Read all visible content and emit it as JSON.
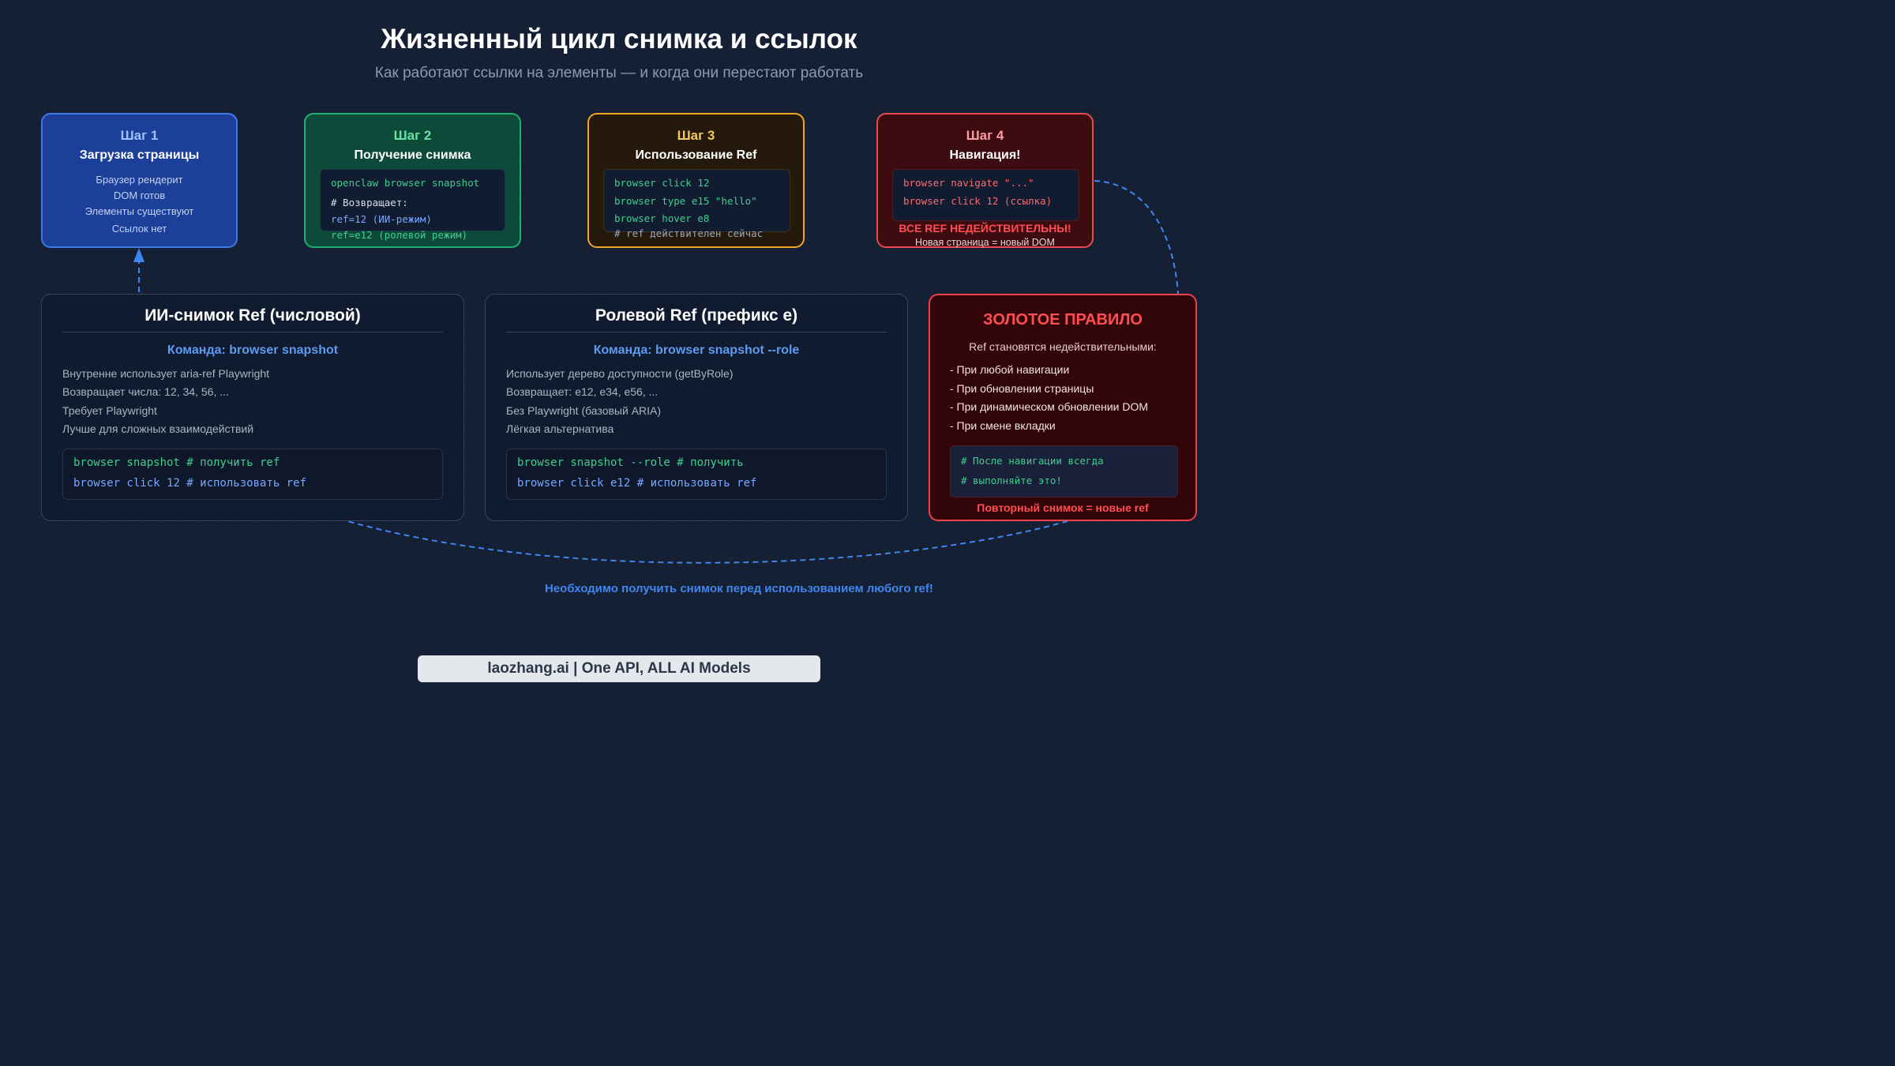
{
  "title": "Жизненный цикл снимка и ссылок",
  "subtitle": "Как работают ссылки на элементы — и когда они перестают работать",
  "steps": [
    {
      "label": "Шаг 1",
      "name": "Загрузка страницы",
      "lines": [
        "Браузер рендерит",
        "DOM готов",
        "Элементы существуют",
        "Ссылок нет"
      ]
    },
    {
      "label": "Шаг 2",
      "name": "Получение снимка",
      "code": [
        "openclaw browser snapshot",
        "# Возвращает:",
        "ref=12 (ИИ-режим)",
        "ref=e12 (ролевой режим)"
      ]
    },
    {
      "label": "Шаг 3",
      "name": "Использование Ref",
      "code": [
        "browser click 12",
        "browser type e15 \"hello\"",
        "browser hover e8",
        "# ref действителен сейчас"
      ]
    },
    {
      "label": "Шаг 4",
      "name": "Навигация!",
      "code": [
        "browser navigate \"...\"",
        "browser click 12 (ссылка)"
      ],
      "warning": "ВСЕ REF НЕДЕЙСТВИТЕЛЬНЫ!",
      "warning_sub": "Новая страница = новый DOM"
    }
  ],
  "panels": [
    {
      "title": "ИИ-снимок Ref (числовой)",
      "command": "Команда: browser snapshot",
      "bullets": [
        "Внутренне использует aria-ref Playwright",
        "Возвращает числа: 12, 34, 56, ...",
        "Требует Playwright",
        "Лучше для сложных взаимодействий"
      ],
      "code": [
        {
          "cmd": "browser snapshot",
          "comment": " # получить ref"
        },
        {
          "cmd": "browser click 12",
          "comment": " # использовать ref"
        }
      ]
    },
    {
      "title": "Ролевой Ref (префикс e)",
      "command": "Команда: browser snapshot --role",
      "bullets": [
        "Использует дерево доступности (getByRole)",
        "Возвращает: e12, e34, e56, ...",
        "Без Playwright (базовый ARIA)",
        "Лёгкая альтернатива"
      ],
      "code": [
        {
          "cmd": "browser snapshot --role",
          "comment": " # получить"
        },
        {
          "cmd": "browser click e12",
          "comment": " # использовать ref"
        }
      ]
    }
  ],
  "golden_rule": {
    "title": "ЗОЛОТОЕ ПРАВИЛО",
    "subtitle": "Ref становятся недействительными:",
    "items": [
      "- При любой навигации",
      "- При обновлении страницы",
      "- При динамическом обновлении DOM",
      "- При смене вкладки"
    ],
    "code": [
      "# После навигации всегда",
      "# выполняйте это!"
    ],
    "footer": "Повторный снимок = новые ref"
  },
  "loop_note": "Необходимо получить снимок перед использованием любого ref!",
  "footer": "laozhang.ai | One API, ALL AI Models",
  "colors": {
    "step1": "#1c3f9a",
    "step2": "#0d4a3a",
    "step3": "#24190a",
    "step4": "#3c0c10",
    "accent_blue": "#3f86f0",
    "accent_red": "#ff4d52"
  }
}
